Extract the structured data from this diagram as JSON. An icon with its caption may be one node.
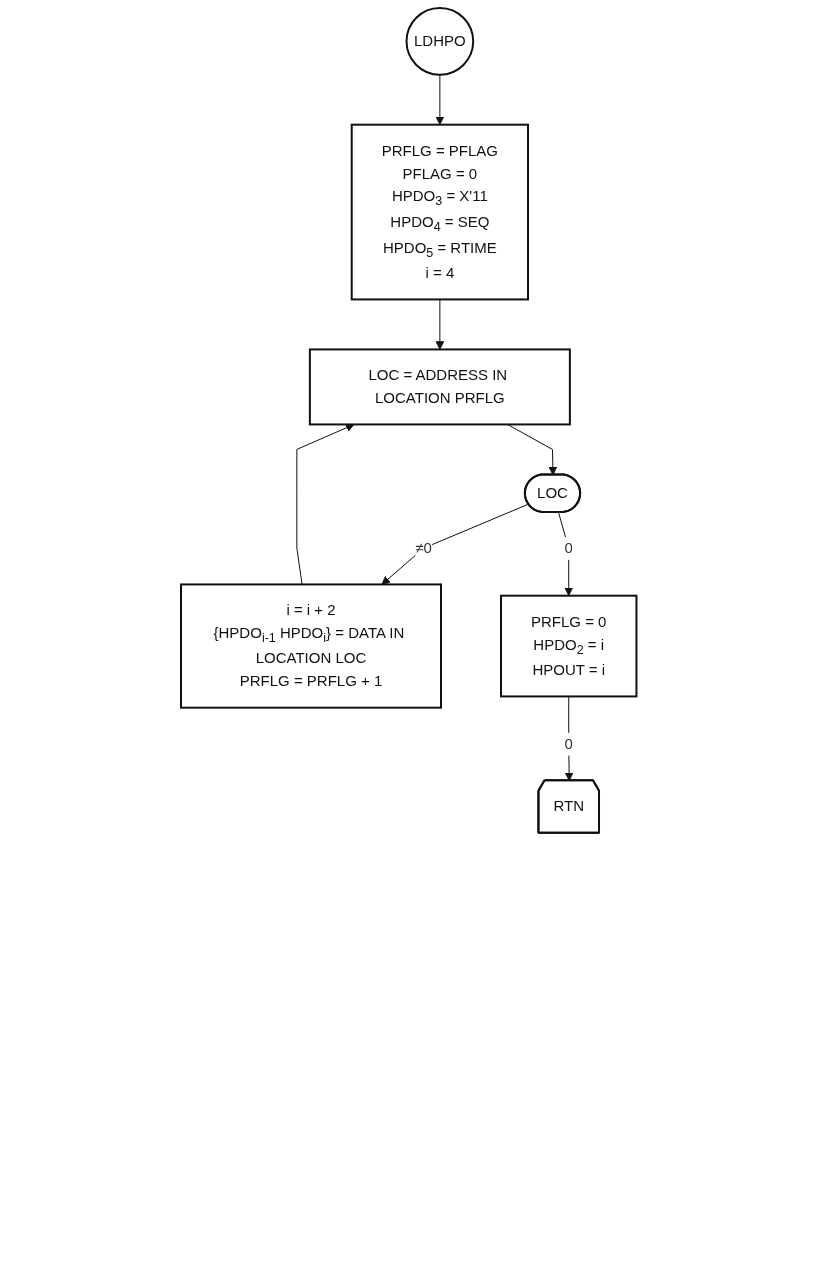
{
  "diagram": {
    "nodes": [
      {
        "text": [
          "LDHPO"
        ]
      },
      {
        "text": [
          "PRFLG = PFLAG",
          "PFLAG = 0",
          "HPDO$_{3}$ = X'11",
          "HPDO$_{4}$ = SEQ",
          "HPDO$_{5}$ = RTIME",
          "i = 4"
        ]
      },
      {
        "text": [
          "LOC = ADDRESS IN LOCATION PRFLG"
        ]
      },
      {
        "text": [
          "i = i + 2",
          "{HPDO$_{i-1}$ HPDO$_{i}$} = DATA IN LOCATION LOC",
          "PRFLG = PRFLG + 1"
        ]
      },
      {
        "text": [
          "LOC"
        ]
      },
      {
        "text": [
          "PRFLG = 0",
          "HPDO$_{2}$ = i",
          "HPOUT = i"
        ]
      },
      {
        "text": [
          "RTN"
        ]
      }
    ],
    "edges": [
      {
        "from": 0,
        "to": 1,
        "arrow": "to"
      },
      {
        "from": 1,
        "to": 2,
        "arrow": "to"
      },
      {
        "from": 3,
        "to": 2,
        "arrow": "to"
      },
      {
        "from": 2,
        "to": 4,
        "arrow": "to"
      },
      {
        "from": 4,
        "to": 3,
        "arrow": "to",
        "label": "≠0"
      },
      {
        "from": 4,
        "to": 5,
        "arrow": "to",
        "label": "0"
      },
      {
        "from": 5,
        "to": 6,
        "arrow": "to",
        "label": "0"
      }
    ]
  }
}
